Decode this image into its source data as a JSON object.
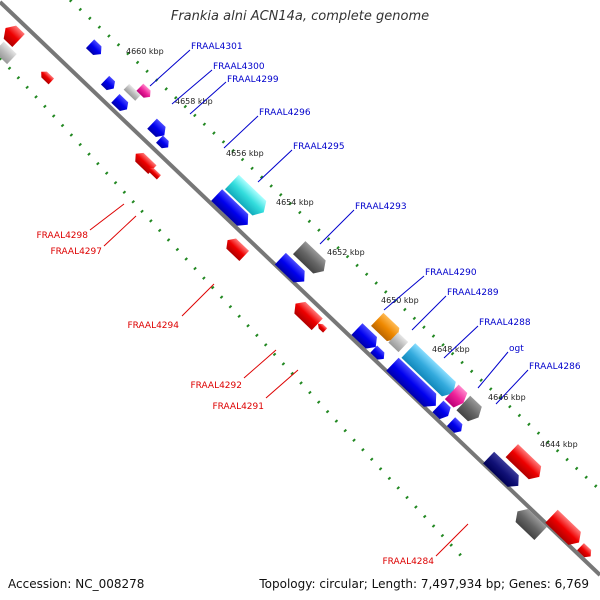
{
  "title": "Frankia alni ACN14a, complete genome",
  "footer": {
    "accession": "Accession: NC_008278",
    "topology": "Topology: circular; Length: 7,497,934 bp; Genes: 6,769"
  },
  "colors": {
    "forward_label": "#0000cc",
    "reverse_label": "#dd0000",
    "backbone": "#777777",
    "tick_dots": "#228822"
  },
  "ticks": [
    "4660 kbp",
    "4658 kbp",
    "4656 kbp",
    "4654 kbp",
    "4652 kbp",
    "4650 kbp",
    "4648 kbp",
    "4646 kbp",
    "4644 kbp"
  ],
  "forward_labels": [
    "FRAAL4301",
    "FRAAL4300",
    "FRAAL4299",
    "FRAAL4296",
    "FRAAL4295",
    "FRAAL4293",
    "FRAAL4290",
    "FRAAL4289",
    "FRAAL4288",
    "ogt",
    "FRAAL4286"
  ],
  "reverse_labels": [
    "FRAAL4298",
    "FRAAL4297",
    "FRAAL4294",
    "FRAAL4292",
    "FRAAL4291",
    "FRAAL4284"
  ]
}
